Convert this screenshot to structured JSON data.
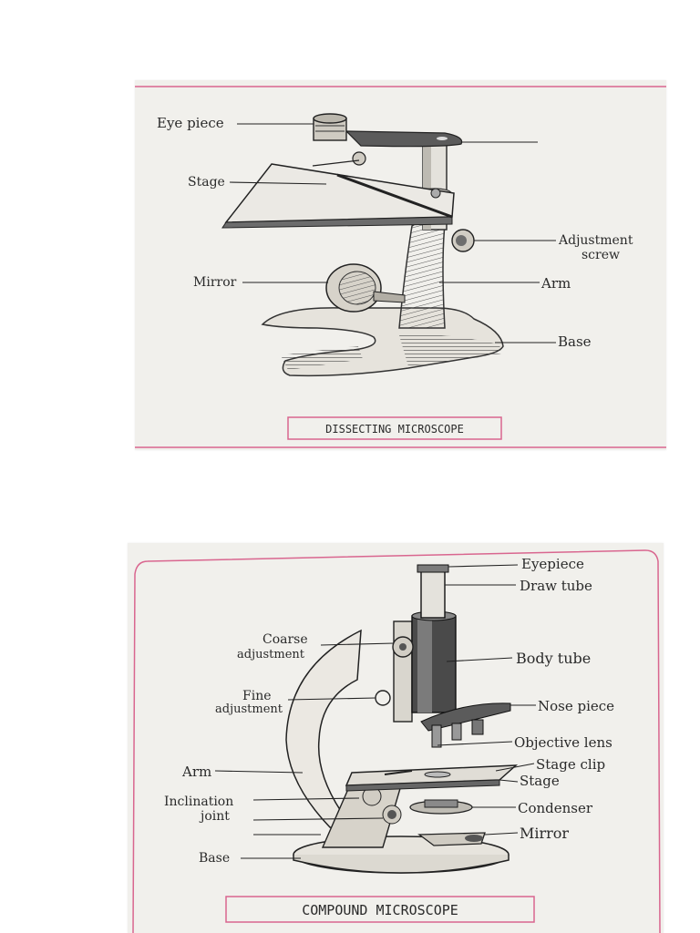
{
  "dissecting": {
    "caption": "DISSECTING MICROSCOPE",
    "labels": {
      "eye_piece": "Eye piece",
      "stage": "Stage",
      "mirror": "Mirror",
      "adjustment_1": "Adjustment",
      "adjustment_2": "screw",
      "arm": "Arm",
      "base": "Base"
    }
  },
  "compound": {
    "caption": "COMPOUND MICROSCOPE",
    "labels": {
      "eyepiece": "Eyepiece",
      "draw_tube": "Draw tube",
      "coarse_1": "Coarse",
      "coarse_2": "adjustment",
      "body_tube": "Body tube",
      "fine_1": "Fine",
      "fine_2": "adjustment",
      "nose_piece": "Nose piece",
      "objective_lens": "Objective lens",
      "stage_clip": "Stage clip",
      "arm": "Arm",
      "stage": "Stage",
      "inclination_1": "Inclination",
      "inclination_2": "joint",
      "condenser": "Condenser",
      "mirror": "Mirror",
      "base": "Base"
    }
  },
  "colors": {
    "paper": "#f1f0ec",
    "frame_pink": "#d9668f",
    "ink": "#2a2a2a"
  }
}
